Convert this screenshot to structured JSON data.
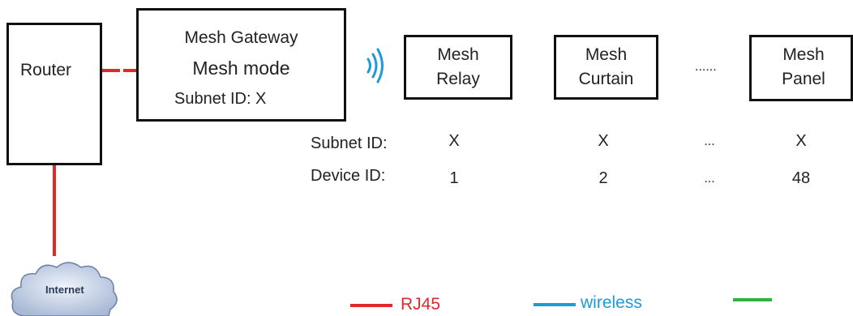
{
  "router": {
    "label": "Router"
  },
  "gateway": {
    "title": "Mesh Gateway",
    "mode": "Mesh mode",
    "subnet": "Subnet ID: X"
  },
  "devices": [
    {
      "line1": "Mesh",
      "line2": "Relay"
    },
    {
      "line1": "Mesh",
      "line2": "Curtain"
    },
    {
      "line1": "Mesh",
      "line2": "Panel"
    }
  ],
  "ellipsis_top": "......",
  "table": {
    "subnet_label": "Subnet ID:",
    "device_label": "Device ID:",
    "subnet_values": [
      "X",
      "X",
      "...",
      "X"
    ],
    "device_values": [
      "1",
      "2",
      "...",
      "48"
    ]
  },
  "internet": {
    "label": "Internet"
  },
  "legend": [
    {
      "label": "RJ45",
      "color": "#e02a2a"
    },
    {
      "label": "wireless",
      "color": "#1e9ad8"
    },
    {
      "label": "",
      "color": "#2db33a"
    }
  ],
  "colors": {
    "rj45": "#e02a2a",
    "wireless": "#1e9ad8",
    "other": "#2db33a"
  }
}
